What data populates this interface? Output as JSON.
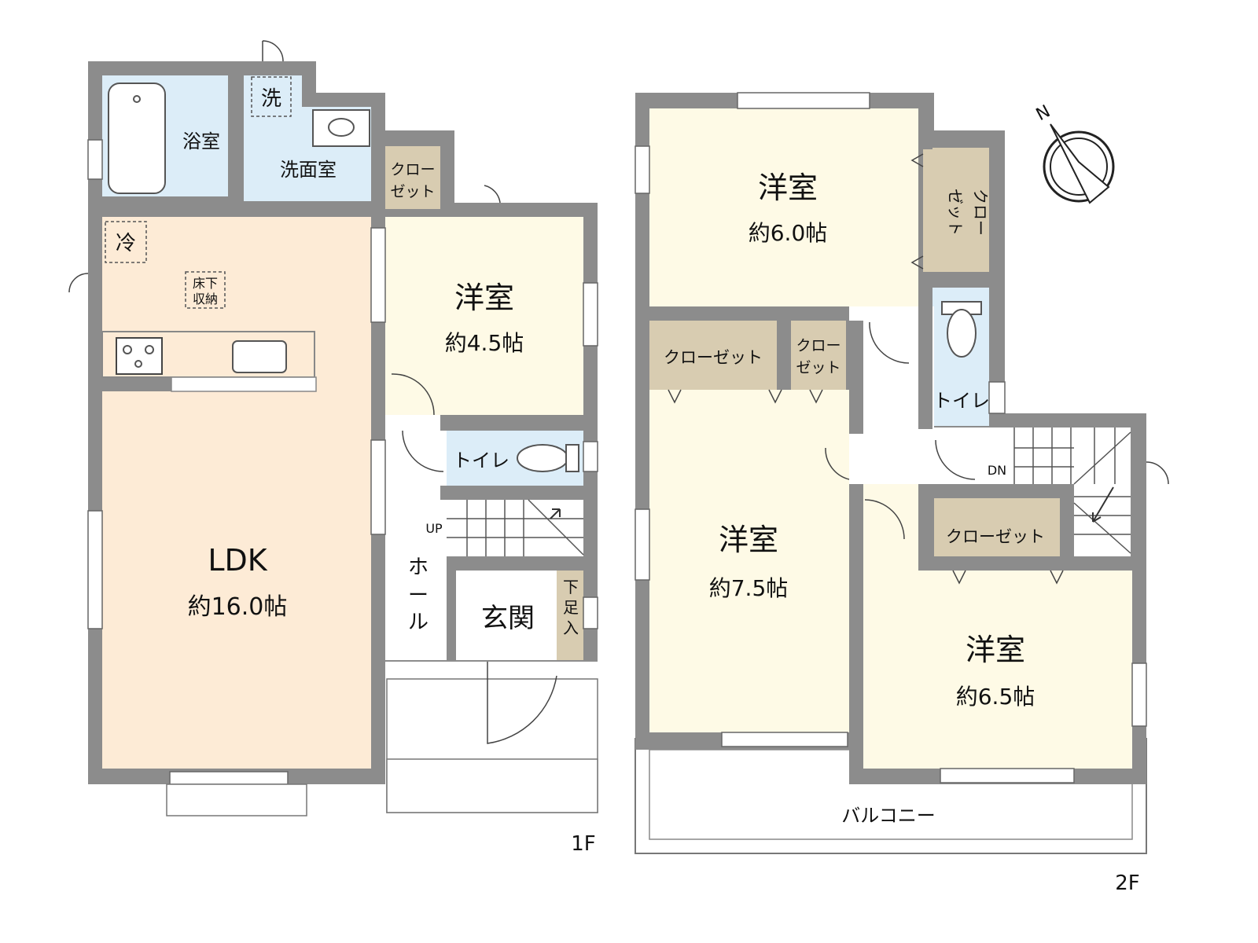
{
  "floor_1": {
    "label": "1F",
    "rooms": {
      "bath": "浴室",
      "washroom": "洗面室",
      "closet": [
        "クロー",
        "ゼット"
      ],
      "western": {
        "name": "洋室",
        "size": "約4.5帖"
      },
      "ldk": {
        "name": "LDK",
        "size": "約16.0帖"
      },
      "toilet": "トイレ",
      "hall": [
        "ホ",
        "ー",
        "ル"
      ],
      "entrance": "玄関",
      "shoe_storage": [
        "下",
        "足",
        "入"
      ]
    },
    "marks": {
      "washer": "洗",
      "fridge": "冷",
      "underfloor": [
        "床下",
        "収納"
      ],
      "stairs_up": "UP"
    }
  },
  "floor_2": {
    "label": "2F",
    "rooms": {
      "western_a": {
        "name": "洋室",
        "size": "約6.0帖"
      },
      "closet_a": [
        "クロー",
        "ゼット"
      ],
      "toilet": "トイレ",
      "closet_b": "クローゼット",
      "closet_c": [
        "クロー",
        "ゼット"
      ],
      "western_b": {
        "name": "洋室",
        "size": "約7.5帖"
      },
      "closet_d": "クローゼット",
      "western_c": {
        "name": "洋室",
        "size": "約6.5帖"
      },
      "balcony": "バルコニー"
    },
    "marks": {
      "stairs_down": "DN"
    }
  },
  "compass": {
    "north": "N"
  },
  "colors": {
    "wall": "#8c8c8c",
    "ldk": "#fdebd6",
    "western": "#fefae6",
    "closet": "#d8ccb1",
    "wet_area": "#dcedf8",
    "hall": "#ffffff"
  }
}
